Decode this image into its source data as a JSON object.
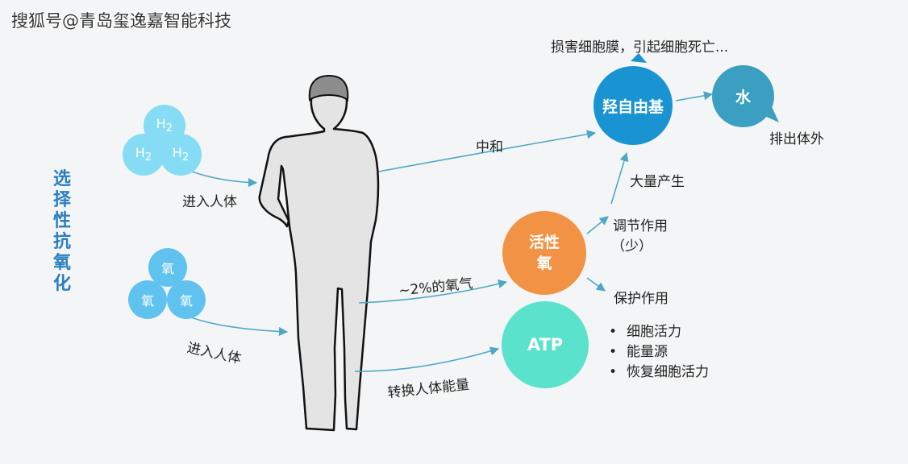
{
  "watermark": "搜狐号@青岛玺逸嘉智能科技",
  "side_title": "选择性抗氧化",
  "hydrogen": {
    "molecules": [
      {
        "base": "H",
        "sub": "2"
      },
      {
        "base": "H",
        "sub": "2"
      },
      {
        "base": "H",
        "sub": "2"
      }
    ],
    "arrow_label": "进入人体"
  },
  "oxygen": {
    "molecules": [
      "氧",
      "氧",
      "氧"
    ],
    "arrow_label": "进入人体"
  },
  "flows": {
    "neutralize": "中和",
    "to_reactive": "~2%的氧气",
    "to_atp": "转换人体能量",
    "mass_produce": "大量产生",
    "regulate_line1": "调节作用",
    "regulate_line2": "（少）",
    "protect": "保护作用"
  },
  "nodes": {
    "hydroxyl_radical": "羟自由基",
    "water": "水",
    "reactive_oxygen_line1": "活性",
    "reactive_oxygen_line2": "氧",
    "atp": "ATP"
  },
  "damage_caption": "损害细胞膜，引起细胞死亡...",
  "excrete_caption": "排出体外",
  "atp_benefits": [
    "细胞活力",
    "能量源",
    "恢复细胞活力"
  ],
  "colors": {
    "hydroxyl": "#1a93d2",
    "water": "#3a9fc0",
    "reactive": "#f29245",
    "atp": "#5ae2cc",
    "hydrogen": "#86dcf4",
    "oxygen": "#60c2ee",
    "arrow": "#4ea8c4",
    "side_title": "#2a7fc0"
  }
}
